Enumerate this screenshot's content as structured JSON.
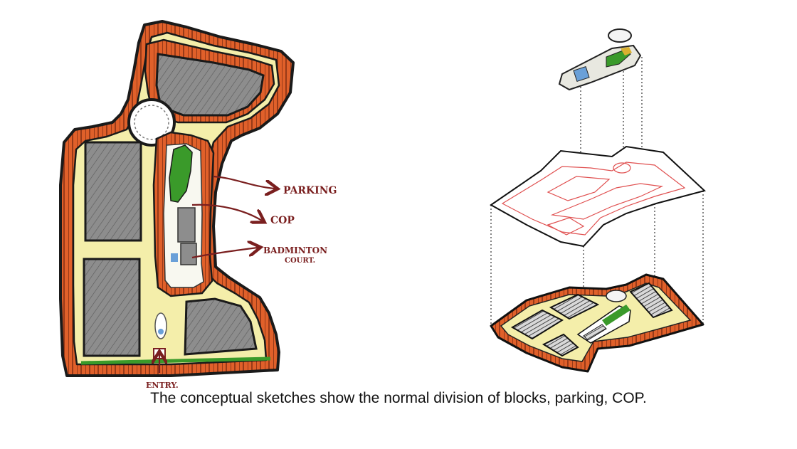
{
  "labels": {
    "parking": "PARKING",
    "cop": "COP",
    "badminton_line1": "BADMINTON",
    "badminton_line2": "COURT.",
    "entry": "ENTRY."
  },
  "caption": "The conceptual sketches show the normal division of blocks, parking, COP.",
  "colors": {
    "parking_border": "#e0602a",
    "road": "#f4eeaa",
    "block": "#8d8d8d",
    "green": "#3a9a2a",
    "annotation": "#7a1f1f",
    "plan_line": "#e05050"
  }
}
